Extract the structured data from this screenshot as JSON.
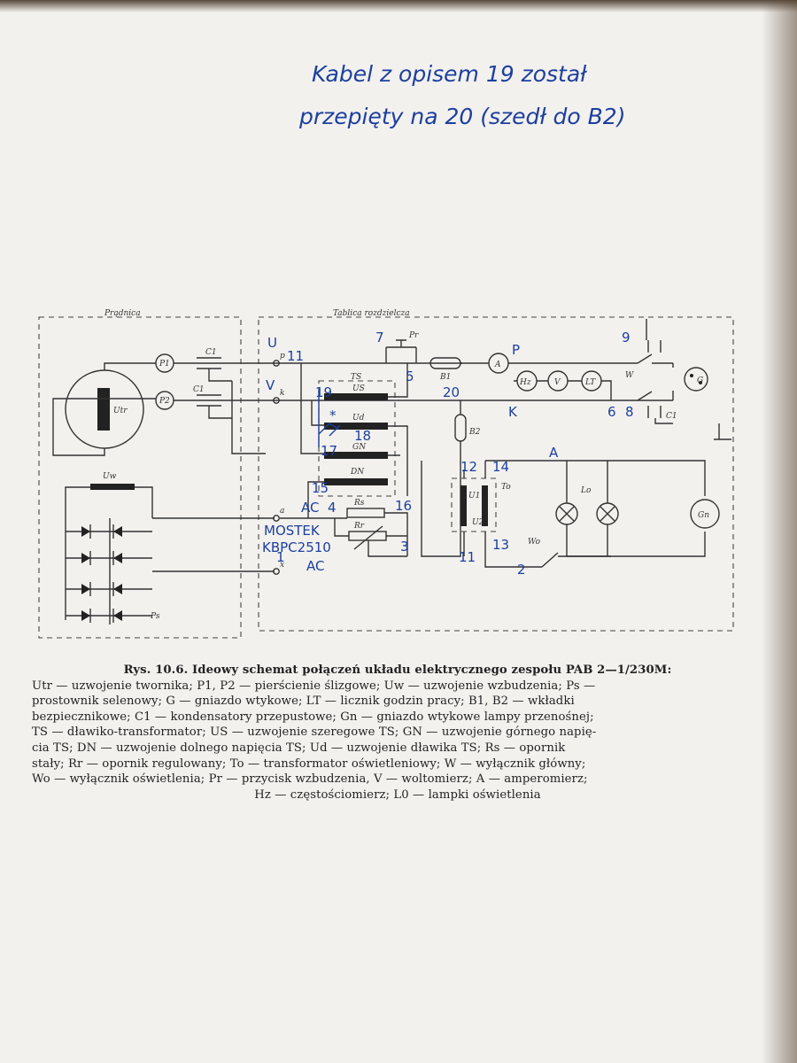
{
  "handwritten_note": {
    "line1": "Kabel z opisem 19 został",
    "line2": "przepięty na 20 (szedł do B2)"
  },
  "diagram": {
    "section_generator": "Prądnica",
    "section_panel": "Tablica rozdzielcza",
    "printed_labels": {
      "utr": "Utr",
      "p1": "P1",
      "p2": "P2",
      "c1_top": "C1",
      "c1_bottom": "C1",
      "uw": "Uw",
      "ps": "Ps",
      "ts": "TS",
      "us": "US",
      "ud": "Ud",
      "gn": "GN",
      "dn": "DN",
      "rs": "Rs",
      "rr": "Rr",
      "pr": "Pr",
      "b1": "B1",
      "b2": "B2",
      "a_meter": "A",
      "hz": "Hz",
      "v": "V",
      "lt": "LT",
      "w": "W",
      "g": "G",
      "c1_right": "C1",
      "u1": "U1",
      "u2": "U2",
      "to": "To",
      "lo": "Lo",
      "gn_lamp": "Gn",
      "wo": "Wo",
      "term_p": "p",
      "term_k": "k",
      "term_a": "a",
      "term_x": "x"
    },
    "handwritten_labels": {
      "u": "U",
      "v": "V",
      "n11": "11",
      "n7": "7",
      "n5": "5",
      "p": "P",
      "n9": "9",
      "n19": "19",
      "n20": "20",
      "k": "K",
      "n6": "6",
      "n8": "8",
      "n18": "18",
      "n17": "17",
      "n12": "12",
      "n14": "14",
      "a": "A",
      "n15": "15",
      "ac1": "AC",
      "n4": "4",
      "n16": "16",
      "mostek1": "MOSTEK",
      "mostek2": "KBPC2510",
      "n3": "3",
      "n13": "13",
      "n2": "2",
      "n11b": "11",
      "ac2": "AC",
      "n1": "1",
      "star": "*"
    }
  },
  "caption": {
    "lead": "Rys. 10.6. Ideowy schemat połączeń układu elektrycznego zespołu PAB 2—1/230M:",
    "line1": "Utr — uzwojenie twornika; P1, P2 — pierścienie ślizgowe; Uw — uzwojenie wzbudzenia; Ps —",
    "line2": "prostownik selenowy; G — gniazdo wtykowe; LT — licznik godzin pracy; B1, B2 — wkładki",
    "line3": "bezpiecznikowe; C1 — kondensatory przepustowe; Gn — gniazdo wtykowe lampy przenośnej;",
    "line4": "TS — dławiko-transformator; US — uzwojenie szeregowe TS; GN — uzwojenie górnego napię-",
    "line5": "cia TS; DN — uzwojenie dolnego napięcia TS; Ud — uzwojenie dławika TS; Rs — opornik",
    "line6": "stały; Rr — opornik regulowany; To — transformator oświetleniowy; W — wyłącznik główny;",
    "line7": "Wo — wyłącznik oświetlenia; Pr — przycisk wzbudzenia, V — woltomierz; A — amperomierz;",
    "line8": "Hz — częstościomierz; L0 — lampki oświetlenia"
  }
}
